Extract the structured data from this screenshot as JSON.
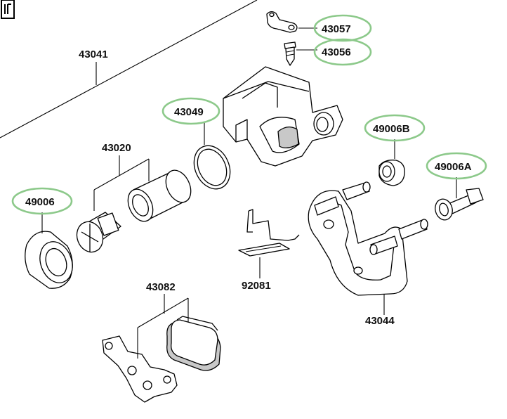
{
  "diagram": {
    "corner_icon": "page-corner-icon",
    "highlight_color": "#8cc98a",
    "part_color": "#ffffff",
    "shadow_color": "#c8c8c8",
    "labels": {
      "p43041": "43041",
      "p43057": "43057",
      "p43056": "43056",
      "p43049": "43049",
      "p43020": "43020",
      "p49006B": "49006B",
      "p49006A": "49006A",
      "p49006": "49006",
      "p92081": "92081",
      "p43082": "43082",
      "p43044": "43044"
    },
    "highlighted": [
      "43057",
      "43056",
      "43049",
      "49006B",
      "49006A",
      "49006"
    ]
  }
}
